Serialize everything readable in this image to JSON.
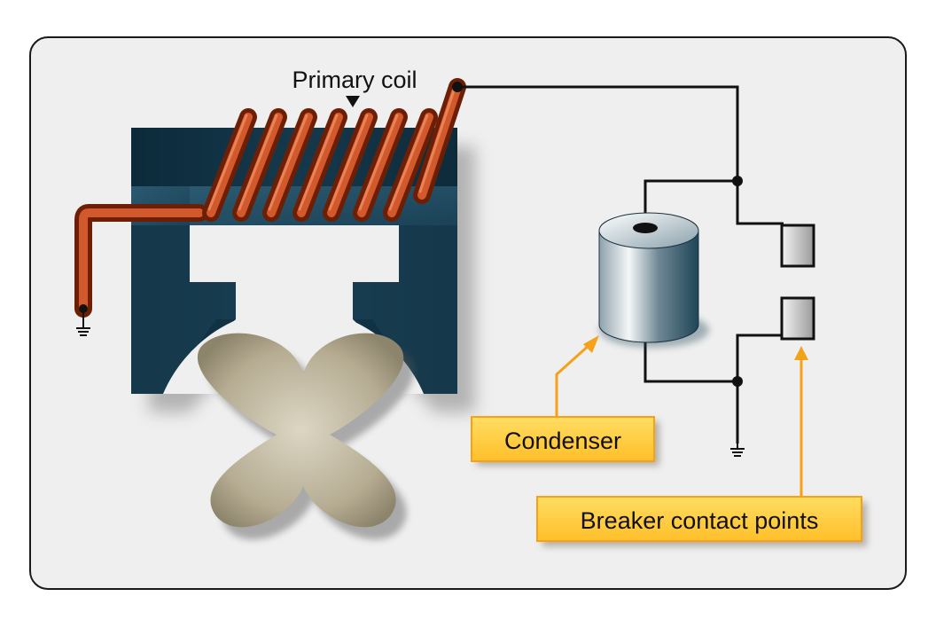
{
  "labels": {
    "primary_coil": "Primary coil",
    "condenser": "Condenser",
    "breaker_points": "Breaker contact points"
  },
  "colors": {
    "panel_bg": "#efefef",
    "core_dark": "#0f3142",
    "coil_copper": "#c0461d",
    "callout_orange": "#f5a11a",
    "callout_fill": "#ffc83a",
    "rotor_tan": "#b0a78e"
  }
}
